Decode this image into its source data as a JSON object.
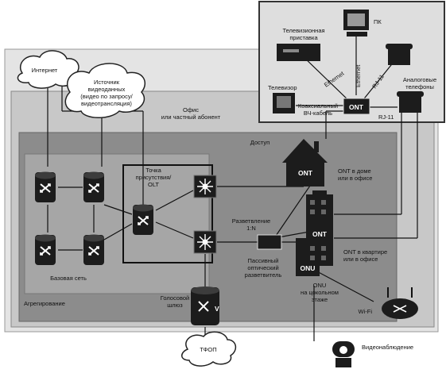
{
  "clouds": {
    "internet": "Интернет",
    "video_sources": [
      "Источник",
      "видеоданных",
      "(видео по запросу/",
      "видеотрансляция)"
    ],
    "pstn": "ТФОП"
  },
  "zones": {
    "office": [
      "Офис",
      "или частный абонент"
    ],
    "access": "Доступ",
    "aggregation": "Агрегирование",
    "base_network": "Базовая сеть"
  },
  "pop": [
    "Точка",
    "присутствия/",
    "OLT"
  ],
  "splitter_1n": [
    "Разветвление",
    "1:N"
  ],
  "passive_splitter": [
    "Пассивный",
    "оптический",
    "разветвитель"
  ],
  "voice_gateway": [
    "Голосовой",
    "шлюз"
  ],
  "voice_gateway_mark": "V",
  "ont_label": "ONT",
  "onu_label": "ONU",
  "ont_house": [
    "ONT в доме",
    "или в офисе"
  ],
  "ont_apartment": [
    "ONT в квартире",
    "или в офисе"
  ],
  "onu_basement": [
    "ONU",
    "на цокольном",
    "этаже"
  ],
  "wifi": "Wi-Fi",
  "cctv": "Видеонаблюдение",
  "customer": {
    "settop": [
      "Телевизионная",
      "приставка"
    ],
    "pc": "ПК",
    "tv": "Телевизор",
    "coax": [
      "Коаксиальный",
      "ВЧ-кабель"
    ],
    "ethernet_1": "Ethernet",
    "ethernet_2": "Ethernet",
    "rj11_1": "RJ-11",
    "rj11_2": "RJ-11",
    "phones": [
      "Аналоговые",
      "телефоны"
    ]
  },
  "colors": {
    "outer_zone": "#e4e4e4",
    "office_zone": "#c8c8c8",
    "access_zone": "#8c8c8c",
    "base_zone": "#a6a6a6",
    "device": "#1c1c1c",
    "box": "#ededed"
  },
  "icons": [
    "router-icon",
    "switch-icon",
    "voice-gateway-icon",
    "house-icon",
    "building-icon",
    "cloud-icon",
    "wifi-router-icon",
    "camera-icon",
    "tv-icon",
    "pc-icon",
    "phone-icon",
    "settop-box-icon",
    "splitter-icon"
  ]
}
